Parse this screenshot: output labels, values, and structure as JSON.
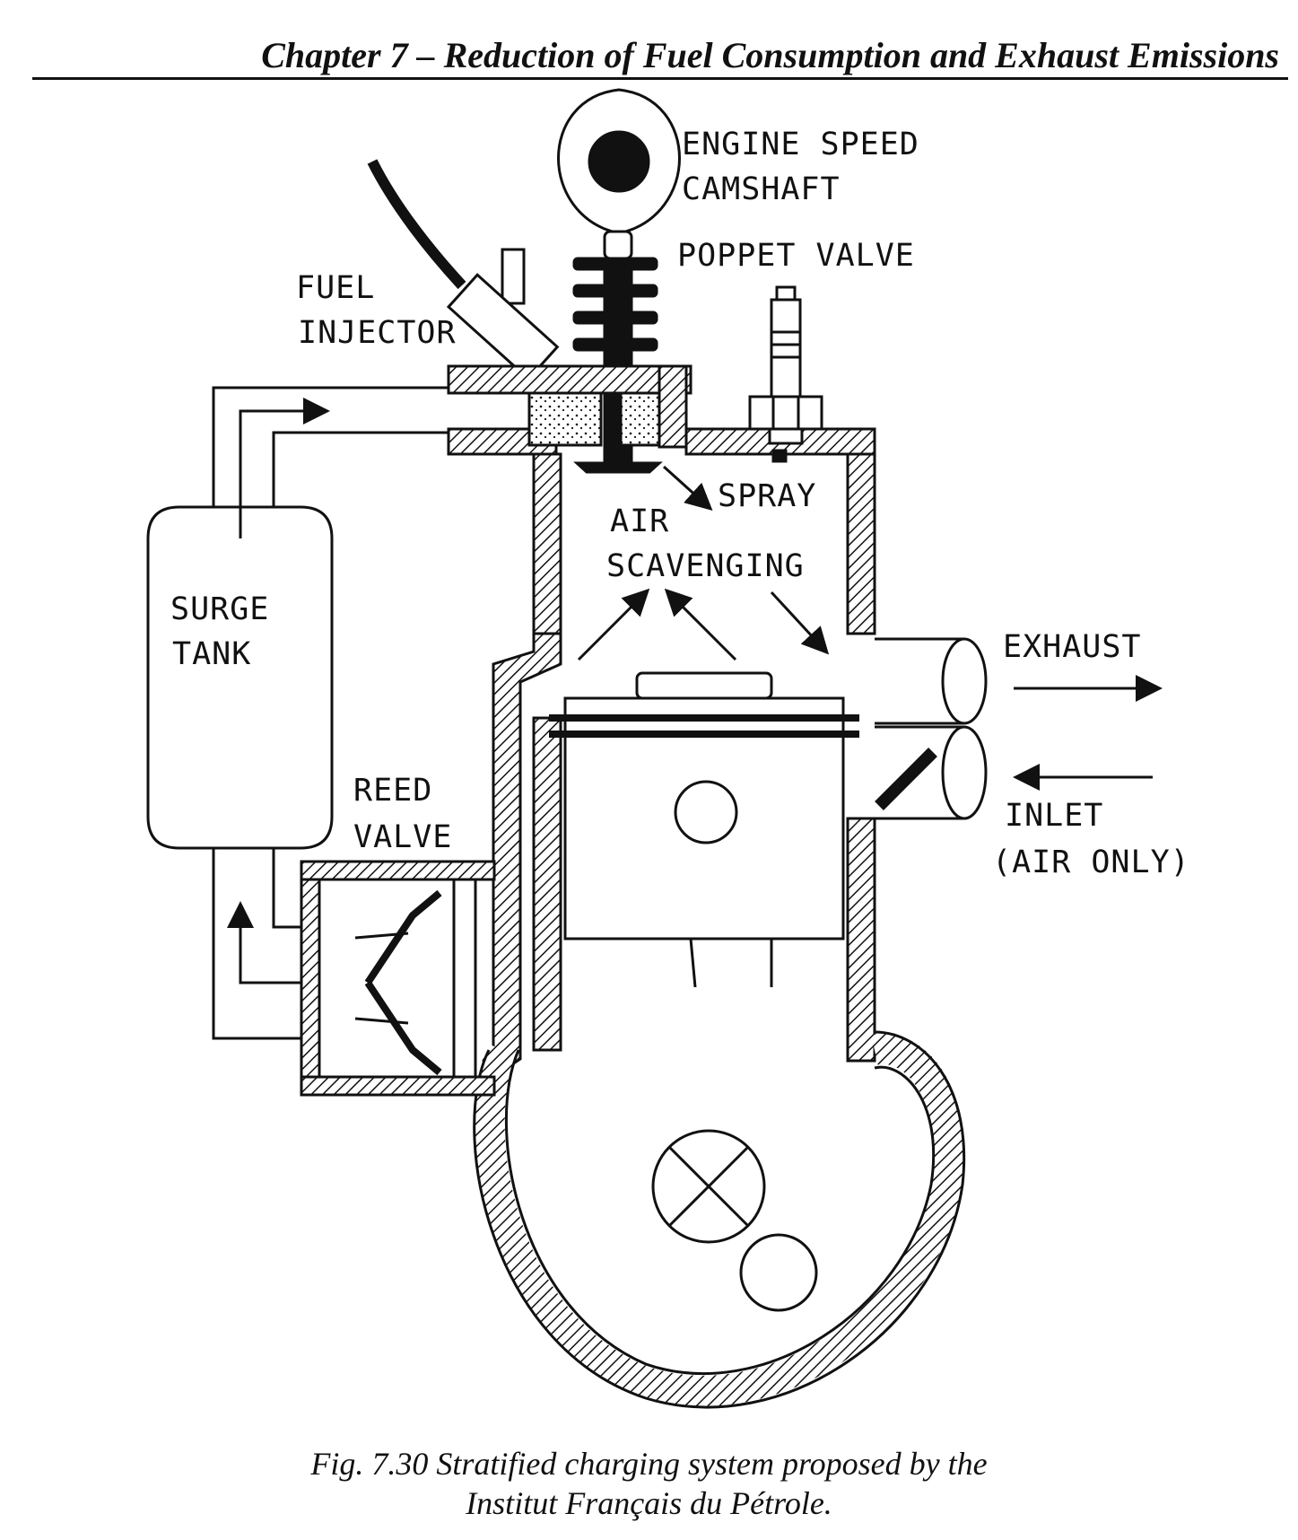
{
  "header": {
    "title": "Chapter 7 – Reduction of Fuel Consumption and Exhaust Emissions"
  },
  "labels": {
    "engine_speed_camshaft": [
      "ENGINE SPEED",
      "CAMSHAFT"
    ],
    "poppet_valve": "POPPET VALVE",
    "fuel_injector": [
      "FUEL",
      "INJECTOR"
    ],
    "spray": "SPRAY",
    "air_scavenging": [
      "AIR",
      "SCAVENGING"
    ],
    "surge_tank": [
      "SURGE",
      "TANK"
    ],
    "exhaust": "EXHAUST",
    "inlet": [
      "INLET",
      "(AIR ONLY)"
    ],
    "reed_valve": [
      "REED",
      "VALVE"
    ]
  },
  "caption": {
    "line1": "Fig. 7.30 Stratified charging system proposed by the",
    "line2": "Institut Français du Pétrole."
  }
}
